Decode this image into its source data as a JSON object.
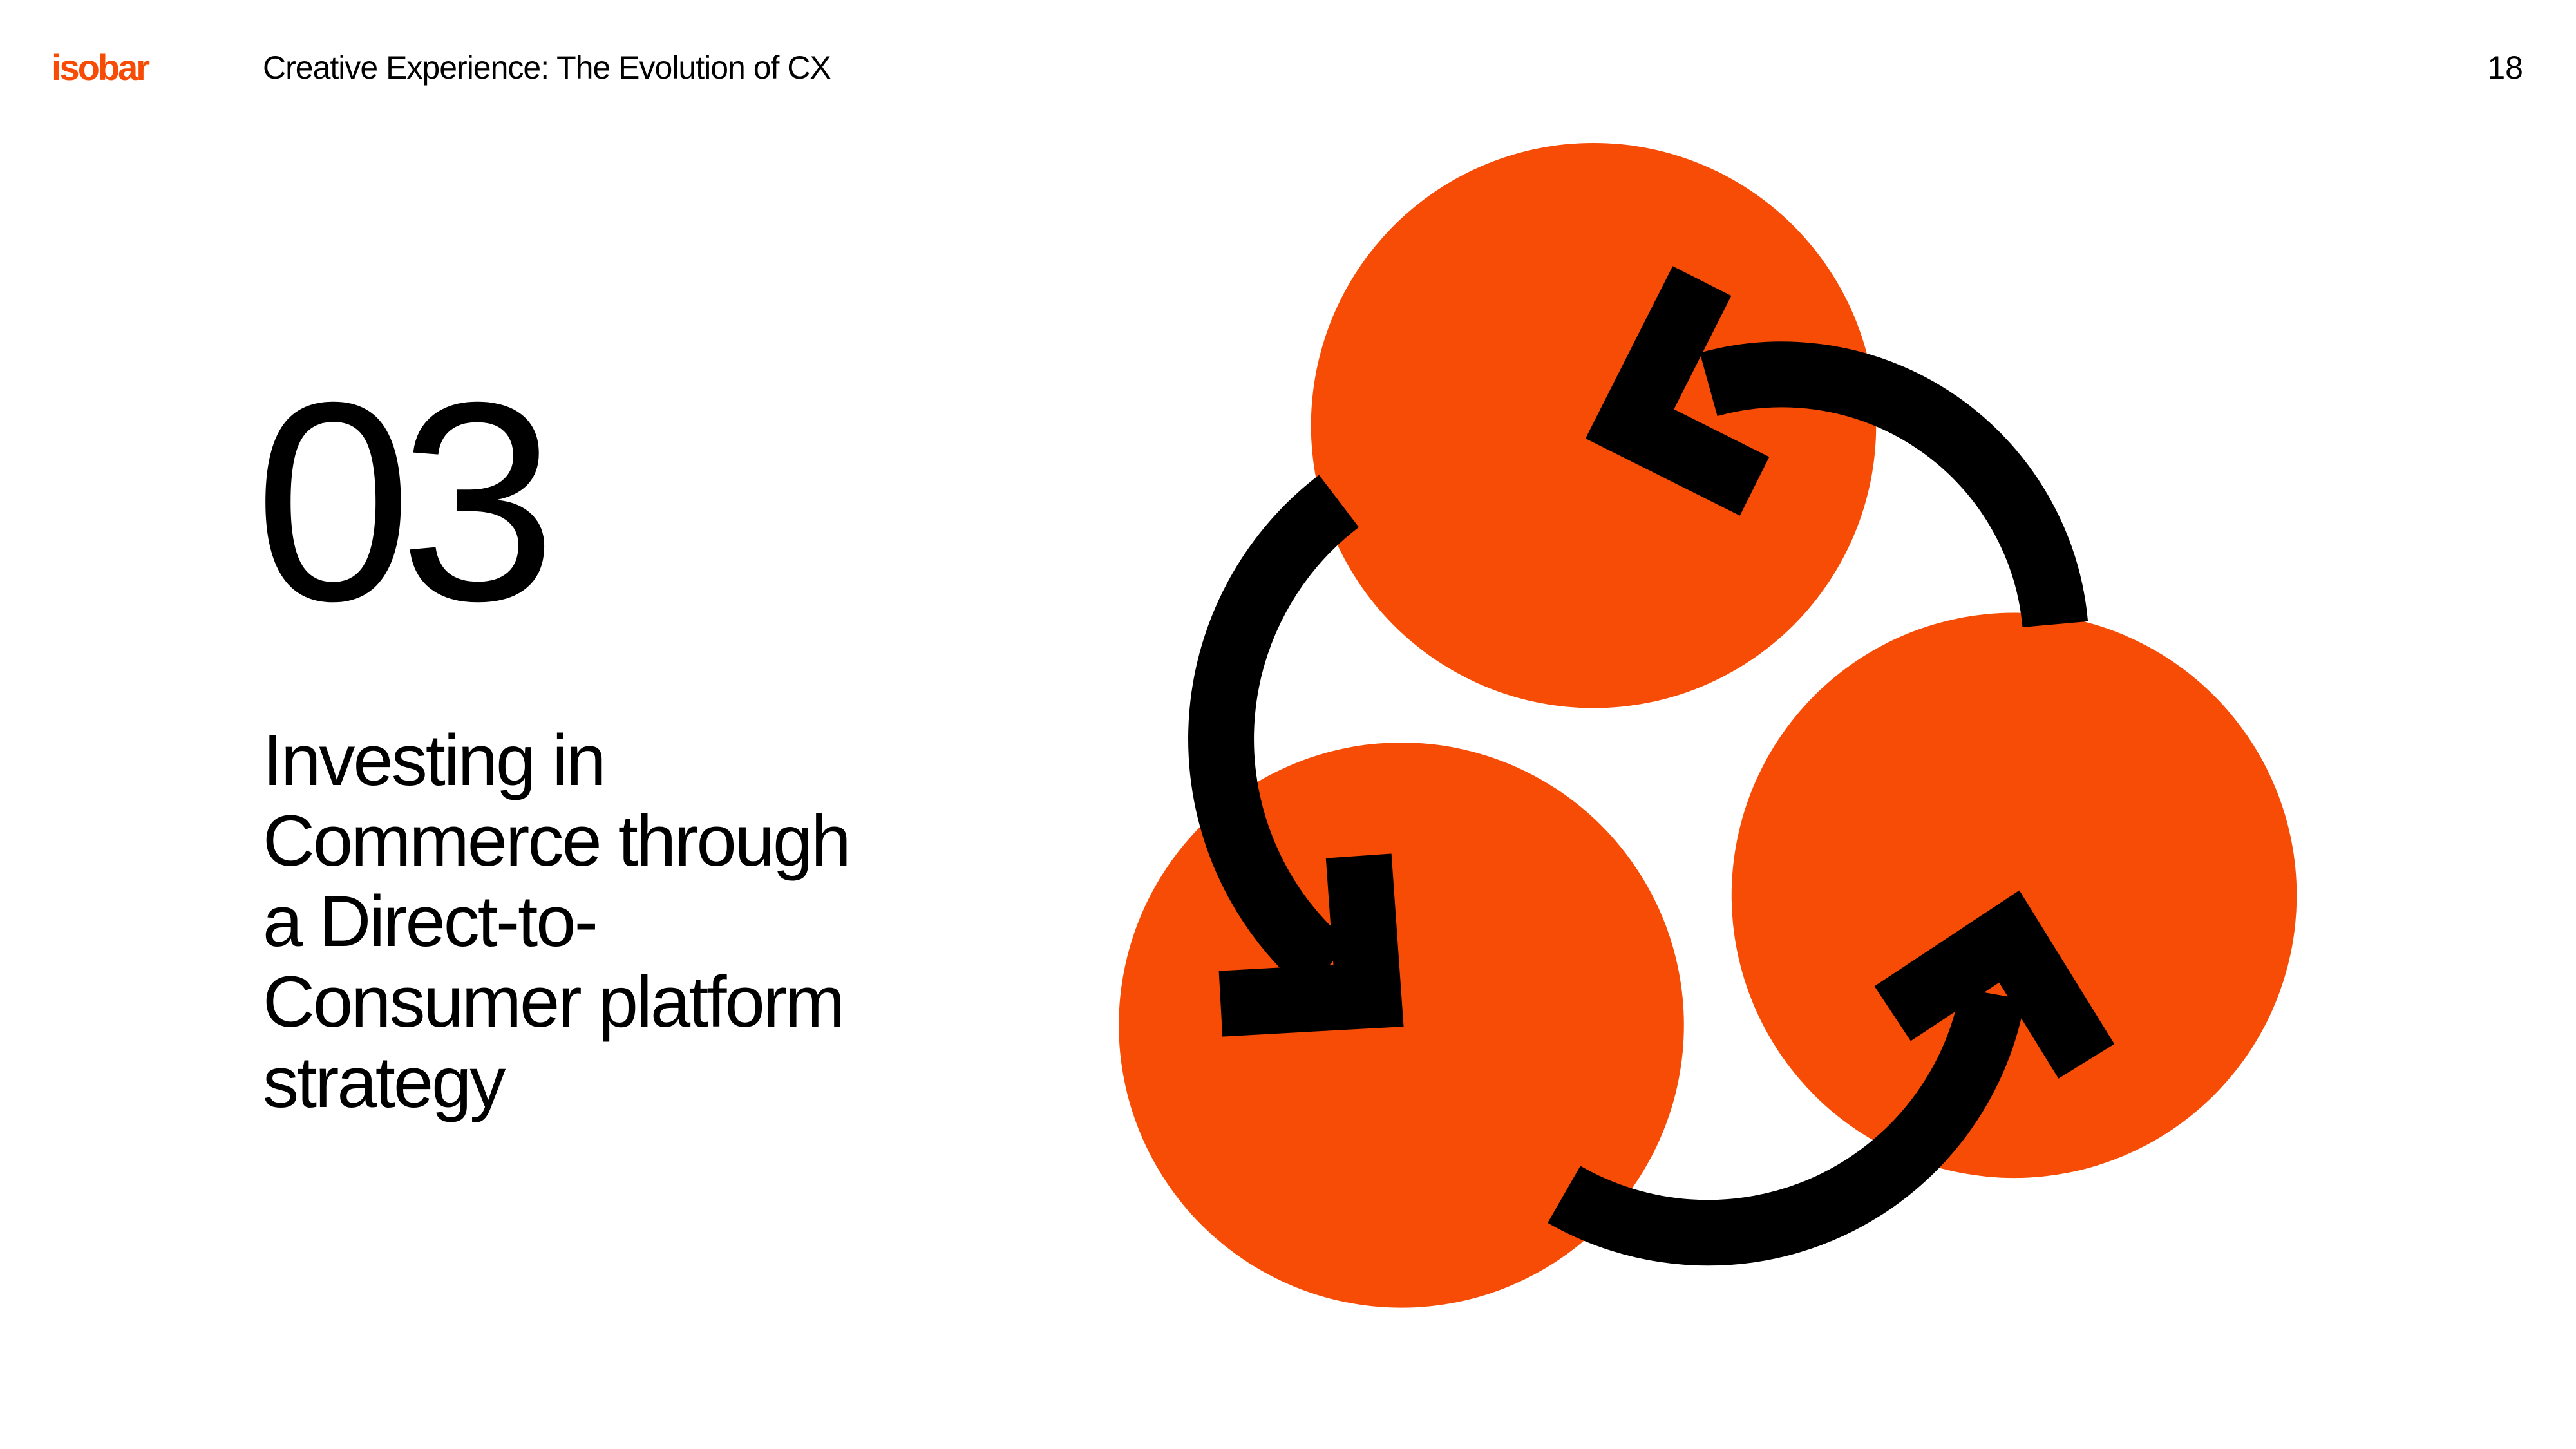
{
  "header": {
    "logo": "isobar",
    "title": "Creative Experience: The Evolution of CX",
    "page_number": "18"
  },
  "section": {
    "number": "03",
    "headline_lines": [
      "Investing in",
      "Commerce through",
      "a Direct-to-",
      "Consumer platform",
      "strategy"
    ]
  },
  "diagram": {
    "icon": "cycle-arrows-icon",
    "circle_color": "#f74c06",
    "arrow_color": "#000000"
  }
}
